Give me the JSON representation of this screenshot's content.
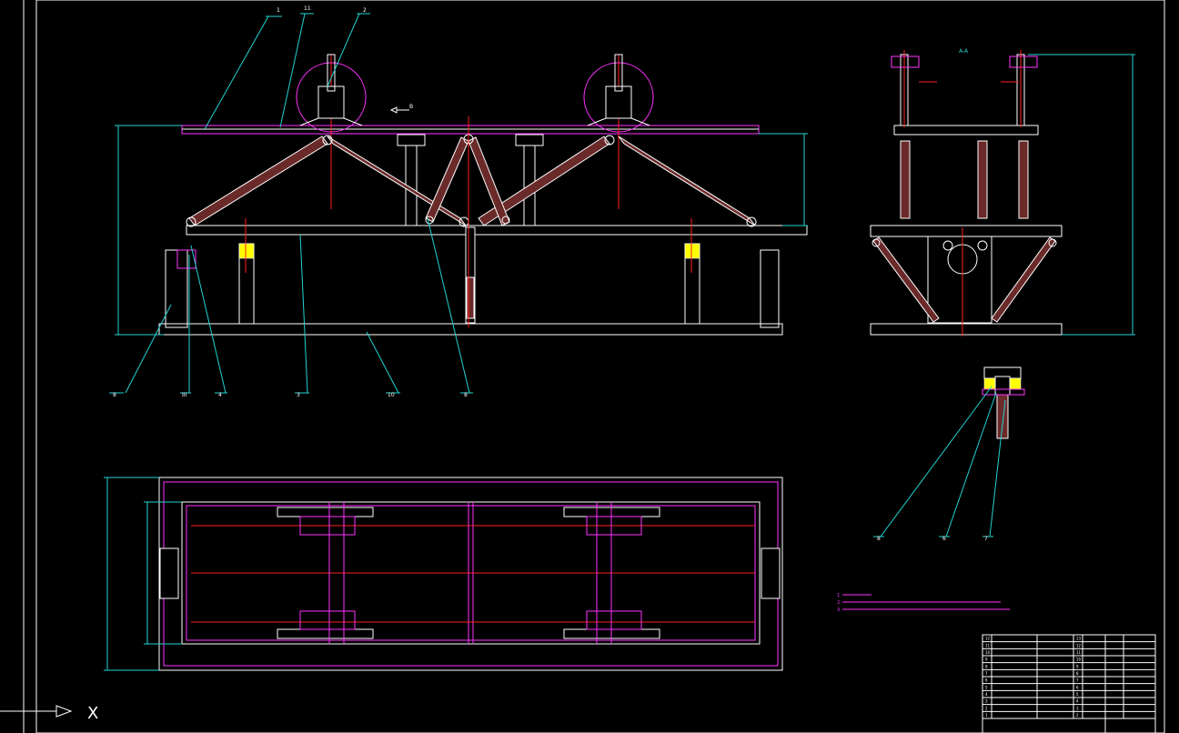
{
  "drawing": {
    "section_label": "A-A",
    "arrow_label": "B",
    "detail_label": "",
    "title_block_name": "",
    "callouts_front": [
      "1",
      "11",
      "2",
      "8",
      "III",
      "4",
      "3",
      "10",
      "8"
    ],
    "callouts_detail": [
      "8",
      "6",
      "7"
    ],
    "dim_front_height": "",
    "dim_front_mid": "",
    "dim_section_height": "",
    "dim_plan_outer": "",
    "dim_plan_inner": "",
    "notes_title": "",
    "notes": [
      "1.",
      "2.",
      "3."
    ],
    "bom_rows": [
      {
        "no": "12",
        "code": "",
        "name": "",
        "no2": "13",
        "mat": ""
      },
      {
        "no": "11",
        "code": "",
        "name": "",
        "no2": "12",
        "mat": ""
      },
      {
        "no": "10",
        "code": "",
        "name": "",
        "no2": "11",
        "mat": ""
      },
      {
        "no": "9",
        "code": "",
        "name": "",
        "no2": "10",
        "mat": ""
      },
      {
        "no": "8",
        "code": "",
        "name": "",
        "no2": "9",
        "mat": ""
      },
      {
        "no": "7",
        "code": "",
        "name": "",
        "no2": "8",
        "mat": ""
      },
      {
        "no": "6",
        "code": "",
        "name": "",
        "no2": "7",
        "mat": ""
      },
      {
        "no": "5",
        "code": "",
        "name": "",
        "no2": "6",
        "mat": ""
      },
      {
        "no": "4",
        "code": "",
        "name": "",
        "no2": "5",
        "mat": ""
      },
      {
        "no": "3",
        "code": "",
        "name": "",
        "no2": "4",
        "mat": ""
      },
      {
        "no": "2",
        "code": "",
        "name": "",
        "no2": "3",
        "mat": ""
      },
      {
        "no": "1",
        "code": "",
        "name": "",
        "no2": "2",
        "mat": ""
      }
    ],
    "ucs_label": "X",
    "colors": {
      "line": "#ffffff",
      "magenta": "#ff33ff",
      "red": "#ff2020",
      "cyan": "#22d3d3",
      "yellow": "#ffff00",
      "strut": "#6b2a2a"
    }
  }
}
